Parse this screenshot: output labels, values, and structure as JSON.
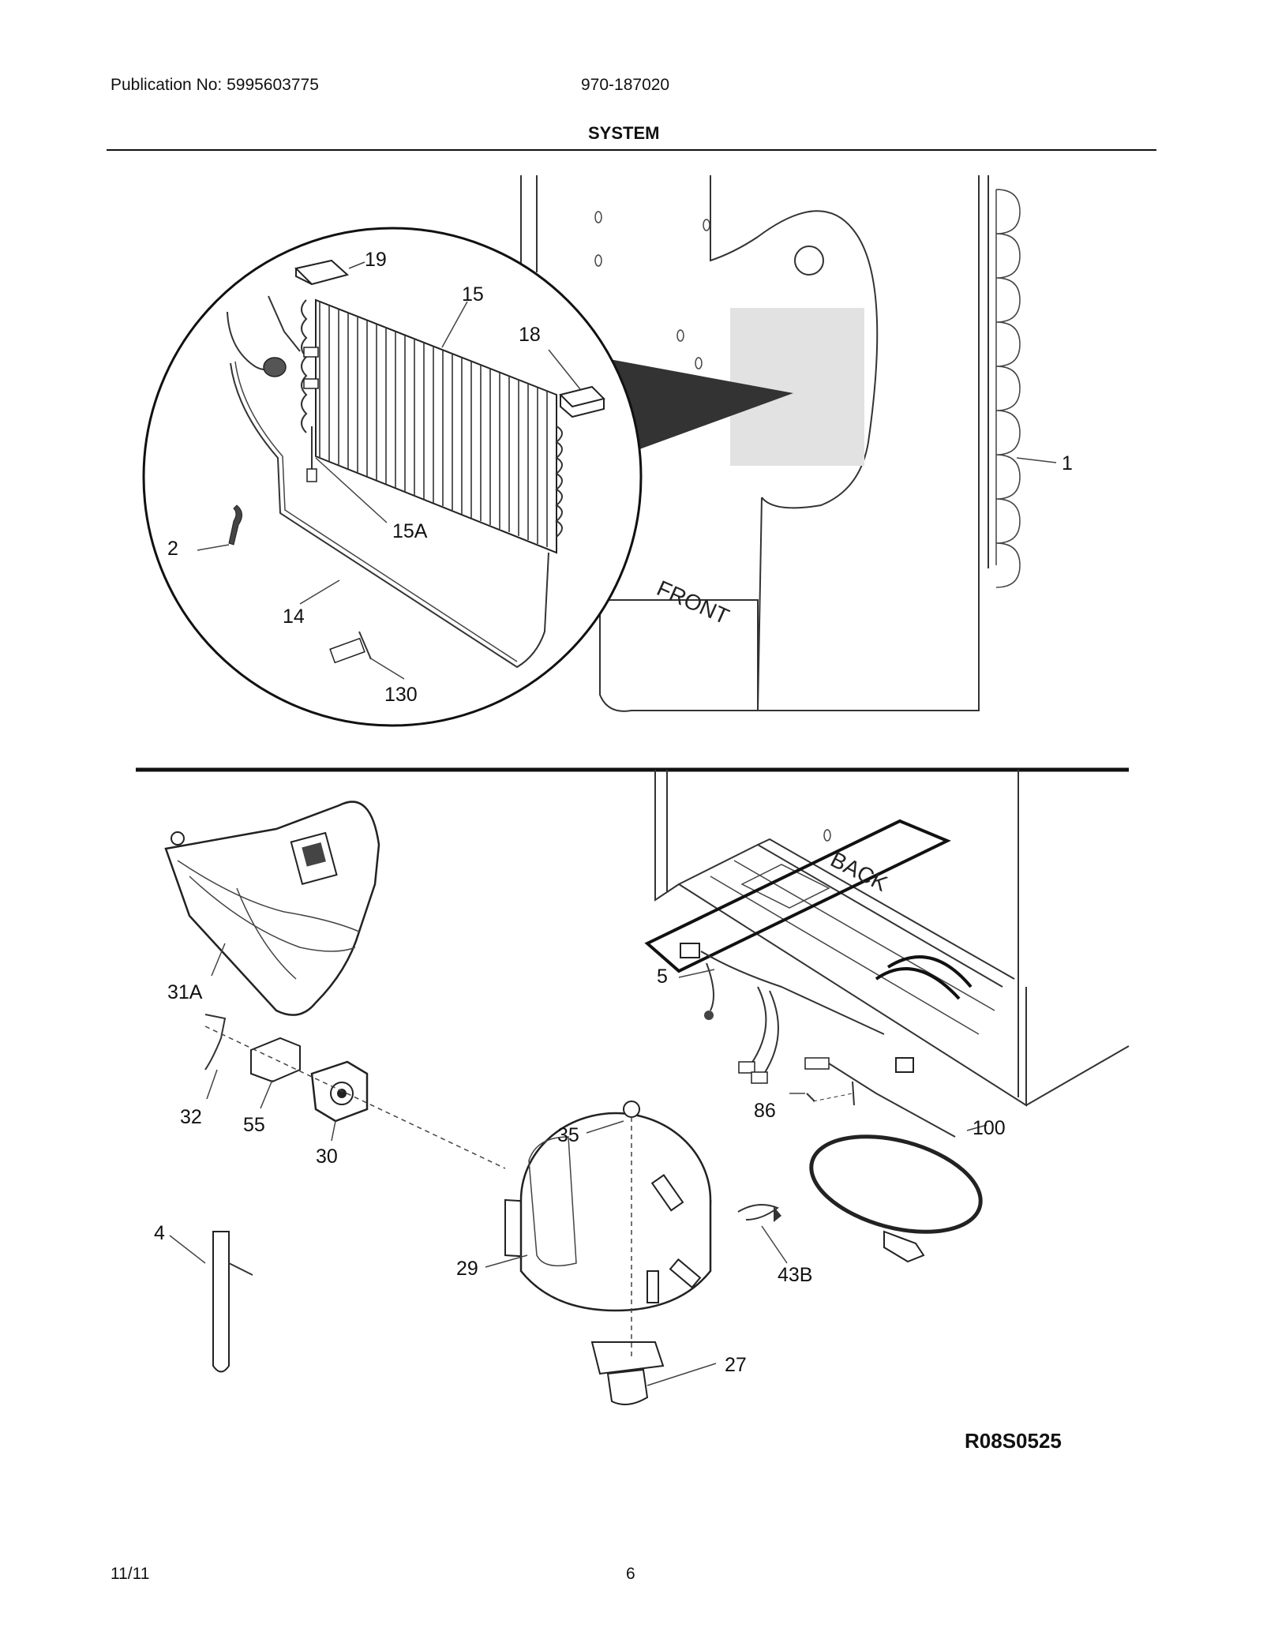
{
  "header": {
    "publication": "Publication No: 5995603775",
    "model": "970-187020",
    "title": "SYSTEM"
  },
  "stencils": {
    "front": "FRONT",
    "back": "BACK"
  },
  "callouts": [
    "19",
    "15",
    "18",
    "1",
    "15A",
    "2",
    "14",
    "130",
    "31A",
    "5",
    "32",
    "55",
    "30",
    "86",
    "100",
    "35",
    "4",
    "29",
    "43B",
    "27"
  ],
  "drawing_code": "R08S0525",
  "footer": {
    "date": "11/11",
    "page": "6"
  }
}
